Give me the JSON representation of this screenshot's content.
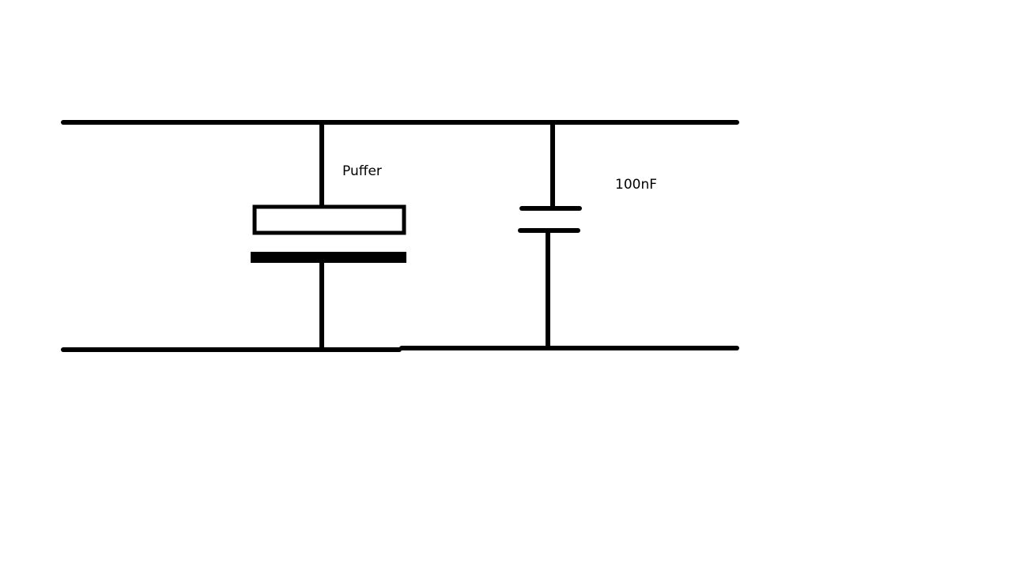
{
  "diagram": {
    "type": "circuit-schematic",
    "colors": {
      "background": "#ffffff",
      "ink": "#000000"
    },
    "components": [
      {
        "id": "buffer-capacitor",
        "symbol": "polarized-capacitor",
        "label": "Puffer"
      },
      {
        "id": "decoupling-capacitor",
        "symbol": "capacitor",
        "label": "100nF"
      }
    ],
    "rails": [
      "top-rail",
      "bottom-rail"
    ]
  }
}
